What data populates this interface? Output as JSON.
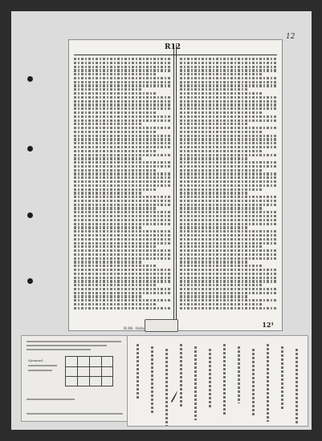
{
  "document": {
    "page_number": "R12",
    "corner_number": "12",
    "bottom_number": "12¹",
    "footer_caption": "R.98. Ostsondern 29/5 12",
    "form_labels": [
      "Sjömansl."
    ]
  },
  "colors": {
    "background": "#2c2c2c",
    "page": "#dcdcdc",
    "sheet": "#f2f1ed",
    "ink": "#222222"
  }
}
